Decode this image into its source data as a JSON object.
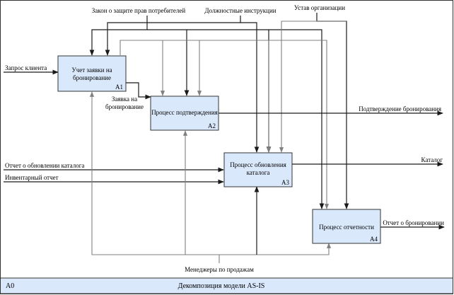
{
  "footer": {
    "node": "A0",
    "title": "Декомпозиция модели AS-IS"
  },
  "boxes": {
    "a1": {
      "line1": "Учет заявки на",
      "line2": "бронирование",
      "num": "A1"
    },
    "a2": {
      "line1": "Процесс подтверждения",
      "num": "A2"
    },
    "a3": {
      "line1": "Процесс обновления",
      "line2": "каталога",
      "num": "A3"
    },
    "a4": {
      "line1": "Процесс отчетности",
      "num": "A4"
    }
  },
  "controls": {
    "law": "Закон о защите прав потребителей",
    "instructions": "Должностные инструкции",
    "charter": "Устав организации"
  },
  "inputs": {
    "client_request": "Запрос клиента",
    "catalog_update_report": "Отчет о обновлении каталога",
    "inventory_report": "Инвентарный отчет"
  },
  "internal": {
    "booking_request_1": "Заявка на",
    "booking_request_2": "бронирование"
  },
  "outputs": {
    "booking_confirmation": "Подтверждение бронирования",
    "catalog": "Каталог",
    "booking_report": "Отчет о бронировании"
  },
  "mechanisms": {
    "sales_managers": "Менеджеры по продажам"
  },
  "colors": {
    "box_fill": "#dae8fc",
    "footer_fill": "#dae8fc",
    "line_dark": "#1a1a1a",
    "line_gray": "#808080"
  }
}
